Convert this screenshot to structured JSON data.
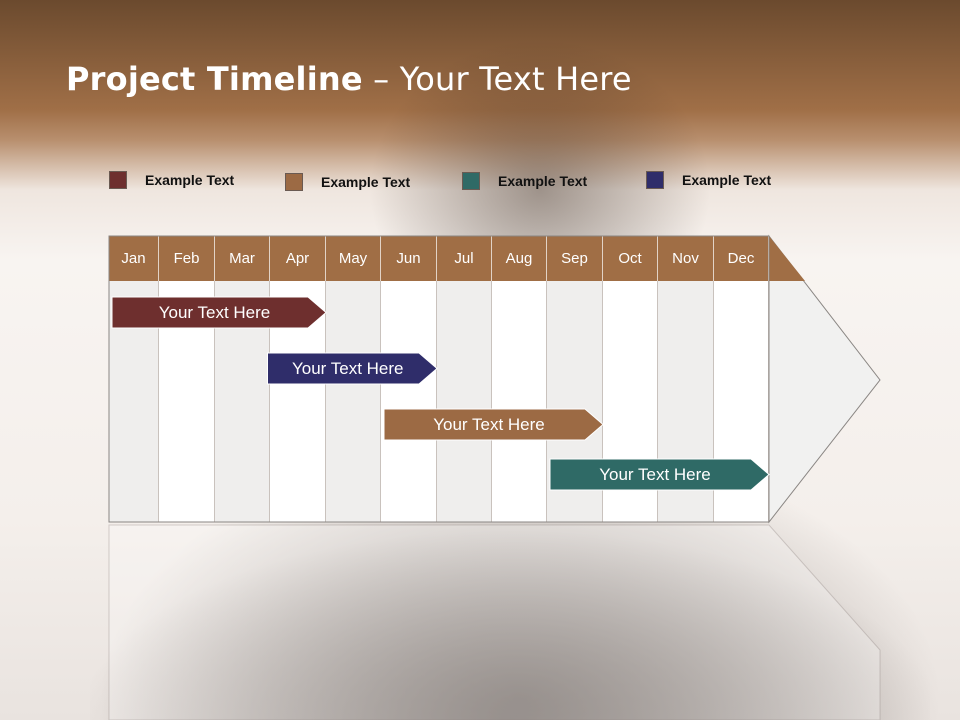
{
  "title": {
    "bold": "Project Timeline",
    "rest": " – Your Text Here"
  },
  "legend": [
    {
      "label": "Example Text",
      "color": "#6e2f2e"
    },
    {
      "label": "Example Text",
      "color": "#9c6a44"
    },
    {
      "label": "Example Text",
      "color": "#2f6a66"
    },
    {
      "label": "Example Text",
      "color": "#2f2d6a"
    }
  ],
  "months": [
    "Jan",
    "Feb",
    "Mar",
    "Apr",
    "May",
    "Jun",
    "Jul",
    "Aug",
    "Sep",
    "Oct",
    "Nov",
    "Dec"
  ],
  "tasks": [
    {
      "label": "Your  Text Here",
      "color": "#6e2f2e",
      "start_month": 1.0,
      "end_month": 4.0
    },
    {
      "label": "Your  Text Here",
      "color": "#2f2d6a",
      "start_month": 3.9,
      "end_month": 6.0
    },
    {
      "label": "Your  Text Here",
      "color": "#9c6a44",
      "start_month": 6.0,
      "end_month": 9.0
    },
    {
      "label": "Your  Text Here",
      "color": "#2f6a66",
      "start_month": 9.0,
      "end_month": 12.0
    }
  ],
  "colors": {
    "header": "#a06e45",
    "title_band": "#a06f47"
  }
}
